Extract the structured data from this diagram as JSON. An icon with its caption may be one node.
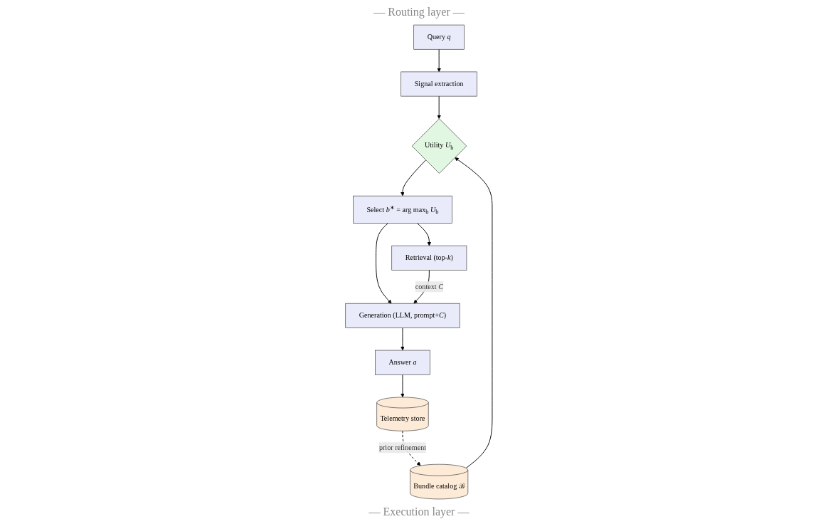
{
  "diagram": {
    "nodes": [
      {
        "text": [
          "Query *q*"
        ]
      },
      {
        "text": [
          "Signal extraction"
        ]
      },
      {
        "text": [
          "Bundle catalog ℬ"
        ]
      },
      {
        "text": [
          "Utility *U*$_{b}$"
        ]
      },
      {
        "text": [
          "Select *b*$^{∗}$ = arg max$_{b}$ *U*$_{b}$"
        ]
      },
      {
        "text": [
          "Retrieval (top-*k*)"
        ]
      },
      {
        "text": [
          "Generation (LLM, prompt+*C*)"
        ]
      },
      {
        "text": [
          "Answer *a*"
        ]
      },
      {
        "text": [
          "Telemetry store"
        ]
      }
    ],
    "edges": [
      {
        "from": 0,
        "to": 1,
        "arrow": "to"
      },
      {
        "from": 1,
        "to": 3,
        "arrow": "to"
      },
      {
        "from": 2,
        "to": 3,
        "arrow": "to"
      },
      {
        "from": 3,
        "to": 4,
        "arrow": "to"
      },
      {
        "from": 4,
        "to": 5,
        "arrow": "to"
      },
      {
        "from": 4,
        "to": 6,
        "arrow": "to"
      },
      {
        "from": 5,
        "to": 6,
        "arrow": "to",
        "label": "context *C*"
      },
      {
        "from": 6,
        "to": 7,
        "arrow": "to"
      },
      {
        "from": 7,
        "to": 8,
        "arrow": "to"
      },
      {
        "from": 8,
        "to": 2,
        "arrow": "to",
        "style": "dashed",
        "label": "prior refinement"
      }
    ],
    "labels": [
      "— Routing layer —",
      "— Execution layer —"
    ]
  }
}
